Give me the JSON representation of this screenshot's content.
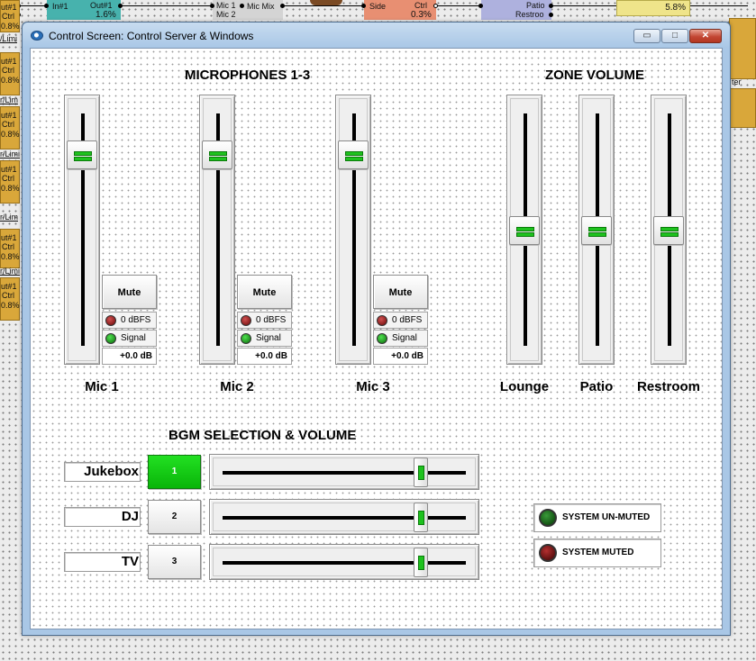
{
  "canvas": {
    "top_blocks": [
      {
        "label": "In#1"
      },
      {
        "label_top": "Out#1",
        "label_bottom": "1.6%"
      },
      {
        "label_top": "Mic 1",
        "label_bottom": "Mic 2"
      },
      {
        "label": "Mic Mix"
      },
      {
        "label": "Side"
      },
      {
        "label_top": "Ctrl",
        "label_bottom": "0.3%"
      },
      {
        "label_top": "Patio",
        "label_bottom": "Restroo"
      },
      {
        "label": "5.8%"
      }
    ],
    "left_blocks": [
      {
        "r1": "ut#1",
        "r2": "Ctrl",
        "r3": "0.8%"
      },
      {
        "r0": "/Limi",
        "r1": "ut#1",
        "r2": "Ctrl",
        "r3": "0.8%"
      },
      {
        "r0": "r/Lim",
        "r1": "ut#1",
        "r2": "Ctrl",
        "r3": "0.8%"
      },
      {
        "r0": "r/Limi",
        "r1": "ut#1",
        "r2": "Ctrl",
        "r3": "0.8%"
      },
      {
        "r0": "r/Lim",
        "r1": "ut#1",
        "r2": "Ctrl",
        "r3": "0.8%"
      },
      {
        "r0": "r/Limi",
        "r1": "ut#1",
        "r2": "Ctrl",
        "r3": "0.8%"
      }
    ],
    "right_blocks": [
      {
        "label": "ter"
      },
      {
        "label": "ter"
      }
    ]
  },
  "window": {
    "title": "Control Screen: Control Server & Windows",
    "controls": {
      "minimize": "▭",
      "maximize": "□",
      "close": "✕"
    }
  },
  "microphones": {
    "heading": "MICROPHONES 1-3",
    "channels": [
      {
        "name": "Mic 1",
        "level": 0.84,
        "mute_label": "Mute",
        "clip_label": "0 dBFS",
        "signal_label": "Signal",
        "gain": "+0.0 dB"
      },
      {
        "name": "Mic 2",
        "level": 0.84,
        "mute_label": "Mute",
        "clip_label": "0 dBFS",
        "signal_label": "Signal",
        "gain": "+0.0 dB"
      },
      {
        "name": "Mic 3",
        "level": 0.84,
        "mute_label": "Mute",
        "clip_label": "0 dBFS",
        "signal_label": "Signal",
        "gain": "+0.0 dB"
      }
    ]
  },
  "zones": {
    "heading": "ZONE VOLUME",
    "channels": [
      {
        "name": "Lounge",
        "level": 0.5
      },
      {
        "name": "Patio",
        "level": 0.5
      },
      {
        "name": "Restroom",
        "level": 0.5
      }
    ]
  },
  "bgm": {
    "heading": "BGM SELECTION & VOLUME",
    "sources": [
      {
        "name": "Jukebox",
        "button": "1",
        "selected": true,
        "level": 0.83
      },
      {
        "name": "DJ",
        "button": "2",
        "selected": false,
        "level": 0.83
      },
      {
        "name": "TV",
        "button": "3",
        "selected": false,
        "level": 0.83
      }
    ]
  },
  "system": {
    "unmuted_label": "SYSTEM UN-MUTED",
    "muted_label": "SYSTEM MUTED"
  },
  "colors": {
    "led_green": "#1ec21e",
    "selected_button": "#0cc00c",
    "window_frame": "#a9c7e6"
  }
}
